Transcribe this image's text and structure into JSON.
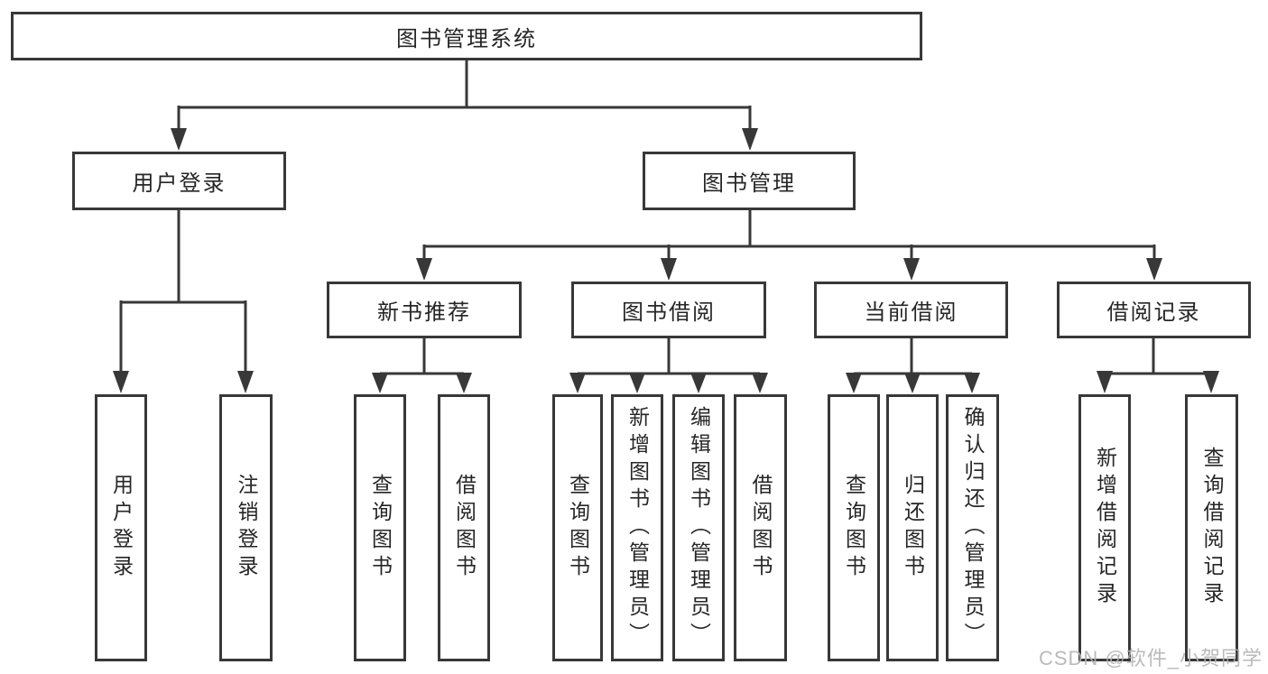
{
  "diagram": {
    "root": {
      "label": "图书管理系统",
      "children": [
        {
          "label": "用户登录",
          "children": [
            {
              "label": "用户登录"
            },
            {
              "label": "注销登录"
            }
          ]
        },
        {
          "label": "图书管理",
          "children": [
            {
              "label": "新书推荐",
              "children": [
                {
                  "label": "查询图书"
                },
                {
                  "label": "借阅图书"
                }
              ]
            },
            {
              "label": "图书借阅",
              "children": [
                {
                  "label": "查询图书"
                },
                {
                  "label": "新增图书（管理员）"
                },
                {
                  "label": "编辑图书（管理员）"
                },
                {
                  "label": "借阅图书"
                }
              ]
            },
            {
              "label": "当前借阅",
              "children": [
                {
                  "label": "查询图书"
                },
                {
                  "label": "归还图书"
                },
                {
                  "label": "确认归还（管理员）"
                }
              ]
            },
            {
              "label": "借阅记录",
              "children": [
                {
                  "label": "新增借阅记录"
                },
                {
                  "label": "查询借阅记录"
                }
              ]
            }
          ]
        }
      ]
    },
    "watermark": "CSDN @软件_小贺同学",
    "colors": {
      "line": "#383838",
      "text": "#262626",
      "box_bg": "#ffffff",
      "watermark": "#b3b3b3"
    }
  }
}
